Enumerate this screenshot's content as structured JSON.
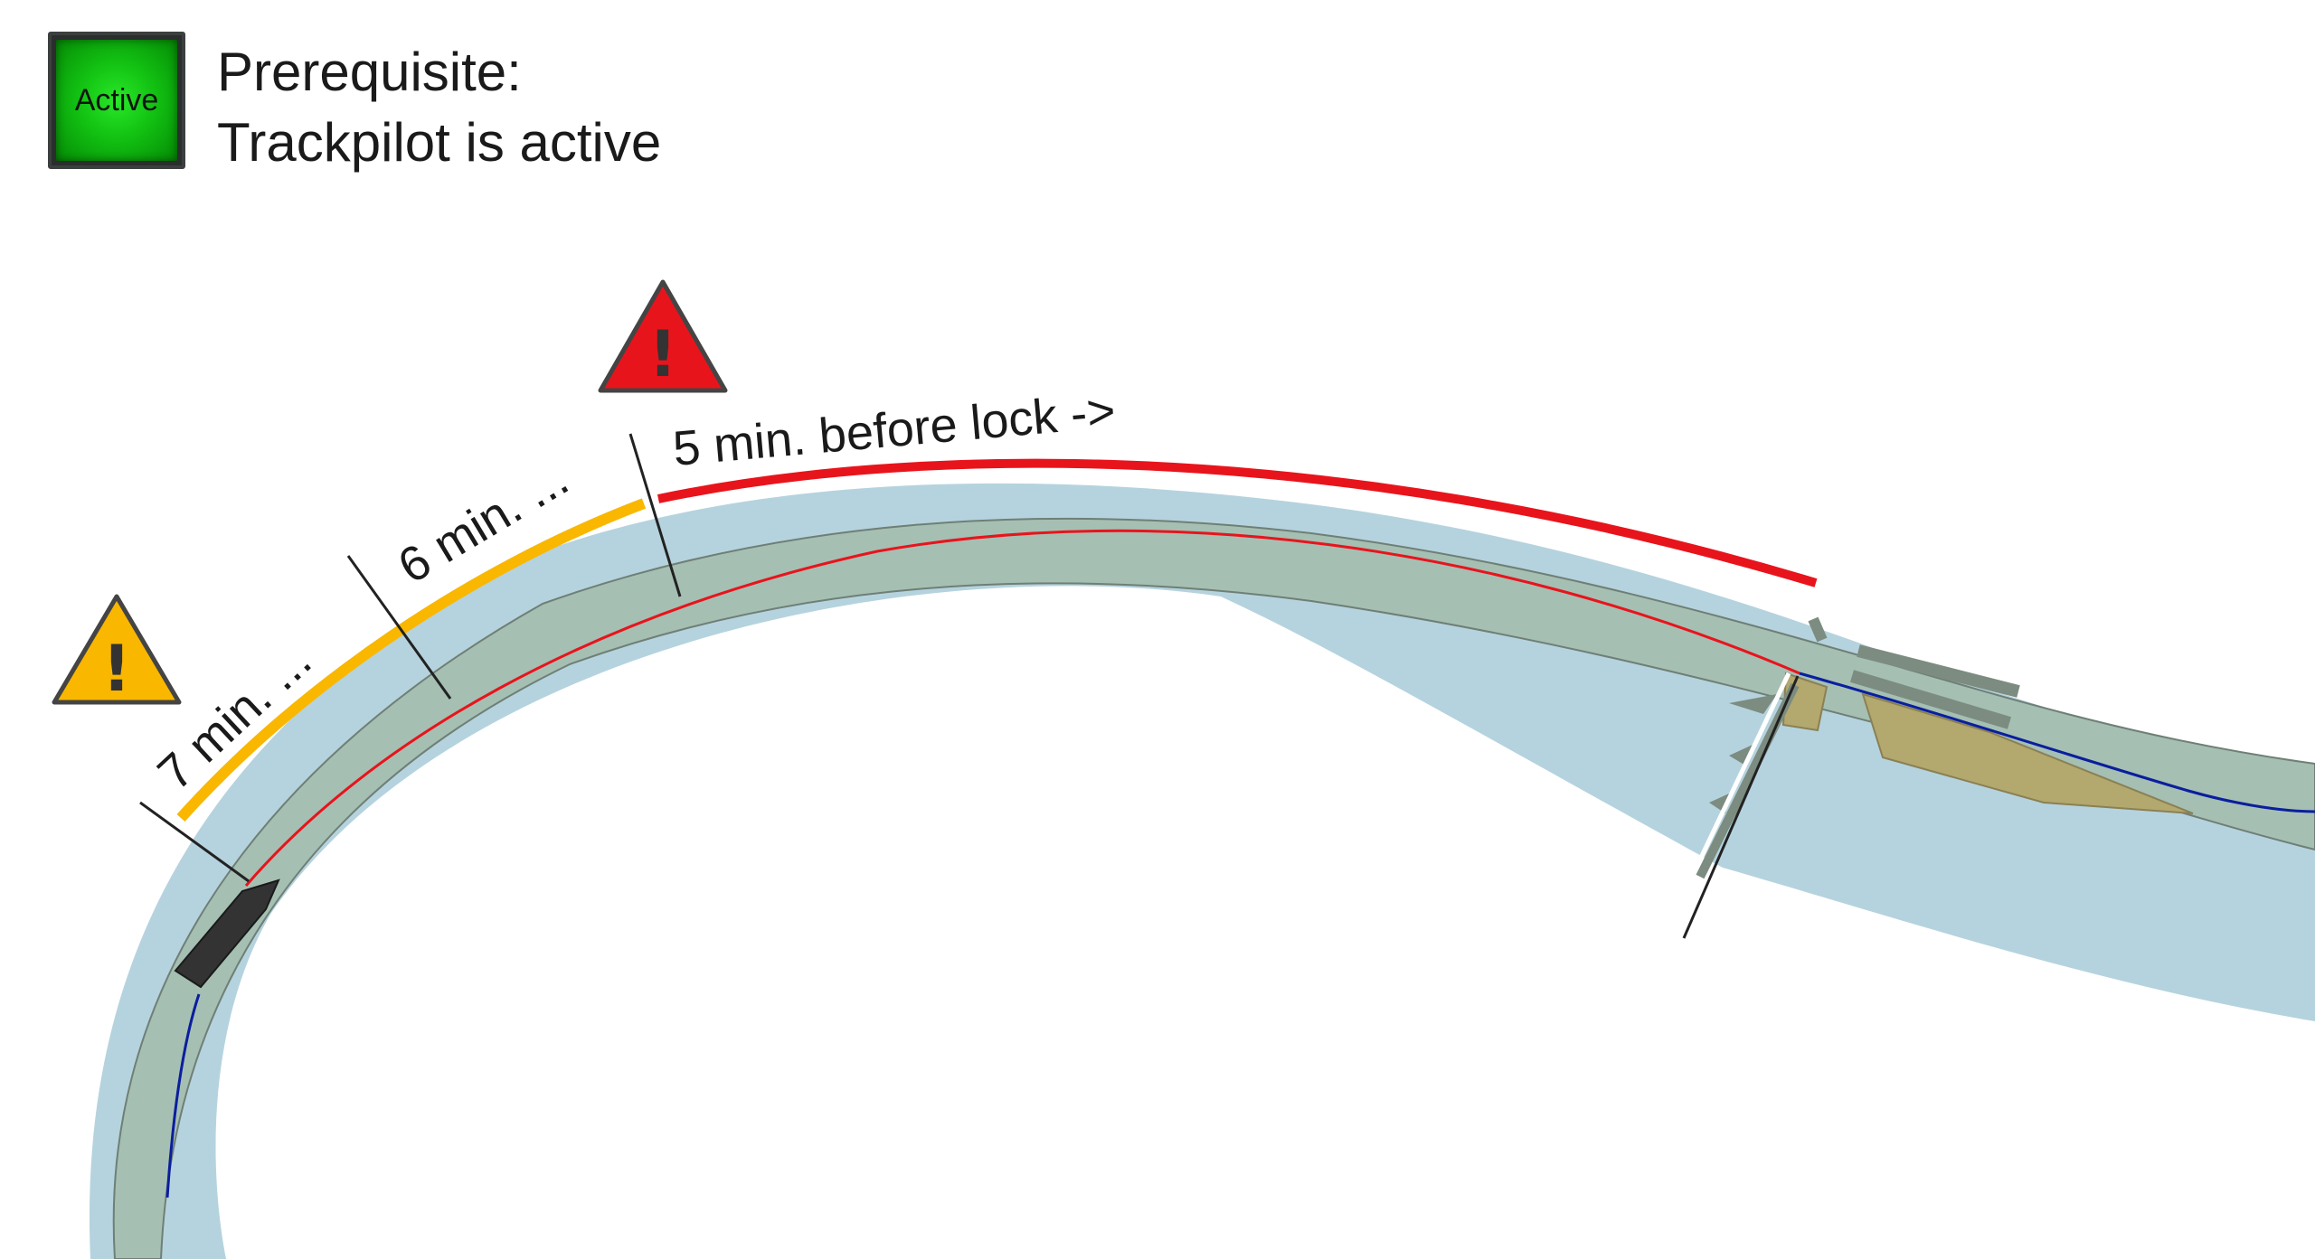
{
  "status_button": {
    "label": "Active",
    "color": "#16c916"
  },
  "prerequisite": {
    "title": "Prerequisite:",
    "text": "Trackpilot is active"
  },
  "markers": [
    {
      "label": "7 min. ...",
      "warning": "caution"
    },
    {
      "label": "6 min. ..."
    },
    {
      "label": "5 min. before lock ->",
      "warning": "alarm"
    }
  ],
  "warnings": {
    "caution": {
      "icon": "warning-triangle-icon",
      "glyph": "!",
      "color": "#f9b700"
    },
    "alarm": {
      "icon": "warning-triangle-icon",
      "glyph": "!",
      "color": "#e8141c"
    }
  },
  "colors": {
    "water": "#b5d3de",
    "fairway": "#a5bfb3",
    "route_ahead": "#e8141c",
    "route_behind": "#0a1e9e",
    "lock_structure": "#7c8c80",
    "lock_land": "#b3a86d",
    "ship": "#333333",
    "zone_caution": "#f9b700",
    "zone_alarm": "#e8141c"
  }
}
